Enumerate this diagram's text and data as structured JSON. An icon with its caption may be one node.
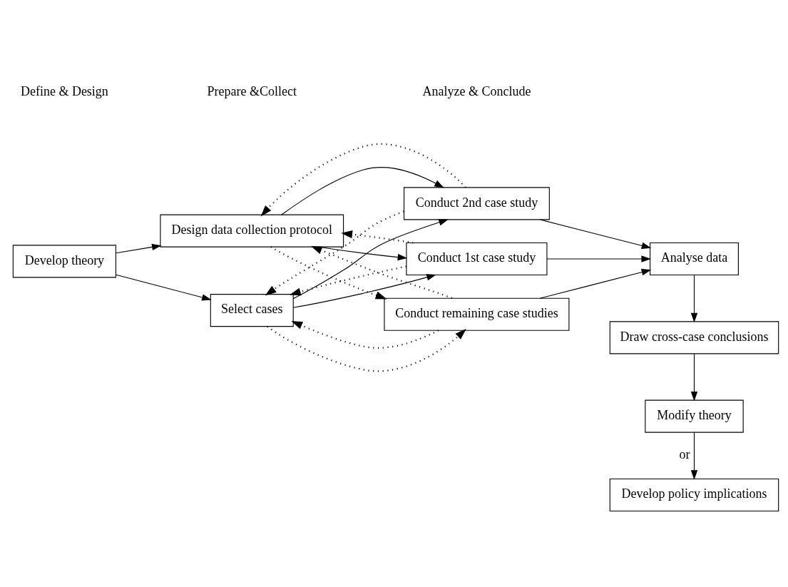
{
  "diagram": {
    "nodes": [
      {
        "text": [
          "Develop theory"
        ]
      },
      {
        "text": [
          "Select cases"
        ]
      },
      {
        "text": [
          "Design data collection protocol"
        ]
      },
      {
        "text": [
          "Conduct 1st case study"
        ]
      },
      {
        "text": [
          "Conduct 2nd case study"
        ]
      },
      {
        "text": [
          "Conduct remaining case studies"
        ]
      },
      {
        "text": [
          "Analyse data"
        ]
      },
      {
        "text": [
          "Draw cross-case conclusions"
        ]
      },
      {
        "text": [
          "Modify theory"
        ]
      },
      {
        "text": [
          "Develop policy implications"
        ]
      }
    ],
    "edges": [
      {
        "from": 0,
        "to": 1,
        "arrow": "to"
      },
      {
        "from": 0,
        "to": 2,
        "arrow": "to"
      },
      {
        "from": 1,
        "to": 3,
        "arrow": "to"
      },
      {
        "from": 1,
        "to": 4,
        "arrow": "to"
      },
      {
        "from": 1,
        "to": 5,
        "arrow": "to",
        "style": "dashed"
      },
      {
        "from": 2,
        "to": 3,
        "arrow": "to"
      },
      {
        "from": 2,
        "to": 4,
        "arrow": "to"
      },
      {
        "from": 2,
        "to": 5,
        "arrow": "to",
        "style": "dashed"
      },
      {
        "from": 3,
        "to": 6,
        "arrow": "to"
      },
      {
        "from": 4,
        "to": 6,
        "arrow": "to"
      },
      {
        "from": 5,
        "to": 6,
        "arrow": "to"
      },
      {
        "from": 3,
        "to": 1,
        "arrow": "to",
        "style": "dashed"
      },
      {
        "from": 3,
        "to": 2,
        "arrow": "to",
        "style": "dashed"
      },
      {
        "from": 4,
        "to": 1,
        "arrow": "to",
        "style": "dashed"
      },
      {
        "from": 4,
        "to": 2,
        "arrow": "to",
        "style": "dashed"
      },
      {
        "from": 5,
        "to": 1,
        "arrow": "to",
        "style": "dashed"
      },
      {
        "from": 5,
        "to": 2,
        "arrow": "to",
        "style": "dashed"
      },
      {
        "from": 6,
        "to": 7,
        "arrow": "to"
      },
      {
        "from": 7,
        "to": 8,
        "arrow": "to"
      },
      {
        "from": 8,
        "to": 9,
        "arrow": "to",
        "label": "or"
      }
    ],
    "labels": [
      "Define & Design",
      "Prepare &Collect",
      "Analyze & Conclude"
    ]
  }
}
